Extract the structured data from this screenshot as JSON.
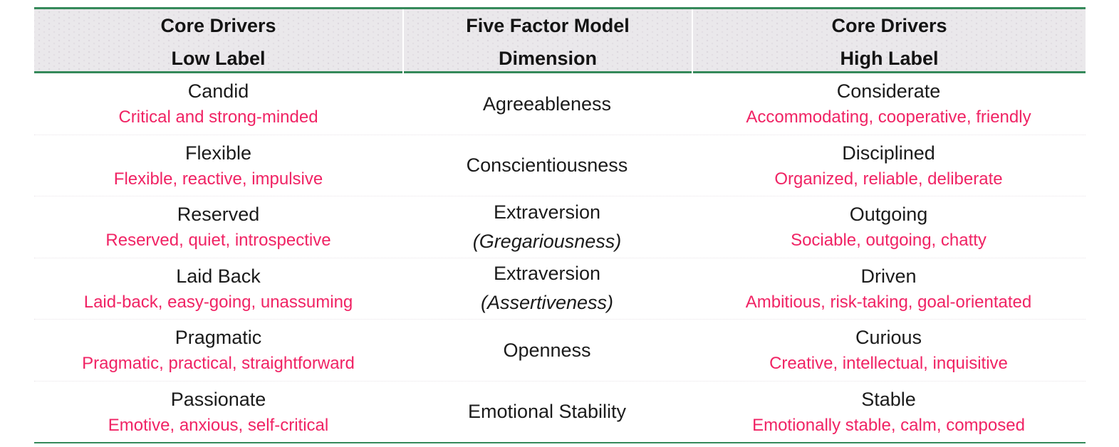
{
  "table": {
    "headers": [
      {
        "top": "Core Drivers",
        "bottom": "Low Label"
      },
      {
        "top": "Five Factor Model",
        "bottom": "Dimension"
      },
      {
        "top": "Core Drivers",
        "bottom": "High Label"
      }
    ],
    "rows": [
      {
        "low": "Candid",
        "low_desc": "Critical and strong-minded",
        "dim": "Agreeableness",
        "dim_sub": "",
        "high": "Considerate",
        "high_desc": "Accommodating, cooperative, friendly"
      },
      {
        "low": "Flexible",
        "low_desc": "Flexible, reactive, impulsive",
        "dim": "Conscientiousness",
        "dim_sub": "",
        "high": "Disciplined",
        "high_desc": "Organized, reliable, deliberate"
      },
      {
        "low": "Reserved",
        "low_desc": "Reserved, quiet, introspective",
        "dim": "Extraversion",
        "dim_sub": "(Gregariousness)",
        "high": "Outgoing",
        "high_desc": "Sociable, outgoing, chatty"
      },
      {
        "low": "Laid Back",
        "low_desc": "Laid-back, easy-going, unassuming",
        "dim": "Extraversion",
        "dim_sub": "(Assertiveness)",
        "high": "Driven",
        "high_desc": "Ambitious, risk-taking, goal-orientated"
      },
      {
        "low": "Pragmatic",
        "low_desc": "Pragmatic, practical, straightforward",
        "dim": "Openness",
        "dim_sub": "",
        "high": "Curious",
        "high_desc": "Creative, intellectual, inquisitive"
      },
      {
        "low": "Passionate",
        "low_desc": "Emotive, anxious, self-critical",
        "dim": "Emotional Stability",
        "dim_sub": "",
        "high": "Stable",
        "high_desc": "Emotionally stable, calm, composed"
      }
    ]
  },
  "colors": {
    "rule_green": "#35895a",
    "descriptor_pink": "#f02364",
    "header_background": "#eae8eb",
    "text_black": "#1b1b1b"
  }
}
